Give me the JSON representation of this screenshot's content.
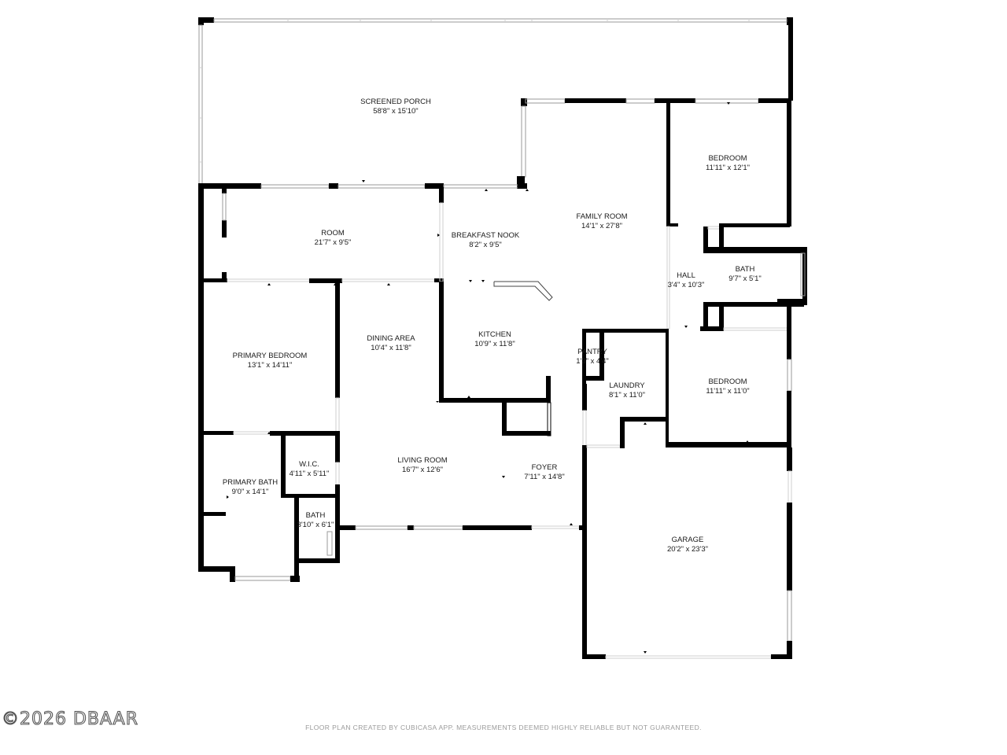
{
  "rooms": [
    {
      "id": "screened-porch",
      "name": "SCREENED PORCH",
      "dims": "58'8\" x 15'10\""
    },
    {
      "id": "room",
      "name": "ROOM",
      "dims": "21'7\" x 9'5\""
    },
    {
      "id": "breakfast-nook",
      "name": "BREAKFAST NOOK",
      "dims": "8'2\" x 9'5\""
    },
    {
      "id": "family-room",
      "name": "FAMILY ROOM",
      "dims": "14'1\" x 27'8\""
    },
    {
      "id": "bedroom-1",
      "name": "BEDROOM",
      "dims": "11'11\" x 12'1\""
    },
    {
      "id": "hall",
      "name": "HALL",
      "dims": "3'4\" x 10'3\""
    },
    {
      "id": "bath-1",
      "name": "BATH",
      "dims": "9'7\" x 5'1\""
    },
    {
      "id": "primary-bedroom",
      "name": "PRIMARY BEDROOM",
      "dims": "13'1\" x 14'11\""
    },
    {
      "id": "dining-area",
      "name": "DINING AREA",
      "dims": "10'4\" x 11'8\""
    },
    {
      "id": "kitchen",
      "name": "KITCHEN",
      "dims": "10'9\" x 11'8\""
    },
    {
      "id": "pantry",
      "name": "PANTRY",
      "dims": "1'3\" x 4'4\""
    },
    {
      "id": "laundry",
      "name": "LAUNDRY",
      "dims": "8'1\" x 11'0\""
    },
    {
      "id": "bedroom-2",
      "name": "BEDROOM",
      "dims": "11'11\" x 11'0\""
    },
    {
      "id": "wic",
      "name": "W.I.C.",
      "dims": "4'11\" x 5'11\""
    },
    {
      "id": "primary-bath",
      "name": "PRIMARY BATH",
      "dims": "9'0\" x 14'1\""
    },
    {
      "id": "living-room",
      "name": "LIVING ROOM",
      "dims": "16'7\" x 12'6\""
    },
    {
      "id": "foyer",
      "name": "FOYER",
      "dims": "7'11\" x 14'8\""
    },
    {
      "id": "bath-2",
      "name": "BATH",
      "dims": "3'10\" x 6'1\""
    },
    {
      "id": "garage",
      "name": "GARAGE",
      "dims": "20'2\" x 23'3\""
    }
  ],
  "footer": "FLOOR PLAN CREATED BY CUBICASA APP. MEASUREMENTS DEEMED HIGHLY RELIABLE BUT NOT GUARANTEED.",
  "watermark": "©2026 DBAAR",
  "colors": {
    "wall": "#000000",
    "window": "#9a9a9a",
    "text": "#1a1a1a",
    "footer": "#9a9a9a"
  }
}
